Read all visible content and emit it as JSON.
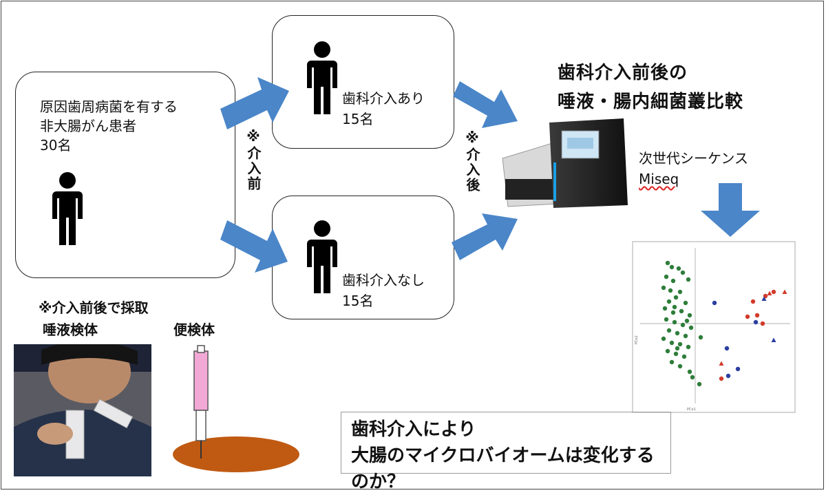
{
  "left_box": {
    "line1": "原因歯周病菌を有する",
    "line2": "非大腸がん患者",
    "line3": "30名"
  },
  "before_label": "※介入前",
  "after_label": "※介入後",
  "group_with": {
    "line1": "歯科介入あり",
    "line2": "15名"
  },
  "group_without": {
    "line1": "歯科介入なし",
    "line2": "15名"
  },
  "comparison_title": {
    "line1": "歯科介入前後の",
    "line2": "唾液・腸内細菌叢比較"
  },
  "sequencer": {
    "line1": "次世代シーケンス",
    "line2": "Miseq"
  },
  "sampling": {
    "note": "※介入前後で採取",
    "saliva": "唾液検体",
    "stool": "便検体"
  },
  "conclusion": {
    "line1": "歯科介入により",
    "line2": "大腸のマイクロバイオームは変化するのか？"
  },
  "colors": {
    "arrow": "#4a86c8",
    "green": "#2e7d3a",
    "red": "#d23a2a",
    "blue": "#2a3ea0",
    "tube_pink": "#f3a9d6",
    "stool": "#c05a12"
  }
}
